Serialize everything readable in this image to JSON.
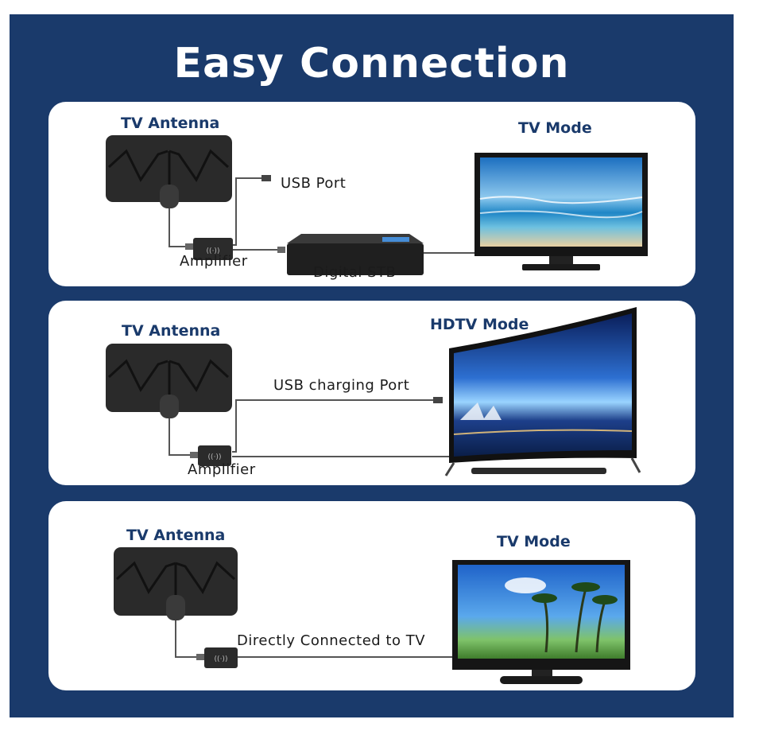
{
  "title": "Easy Connection",
  "panels": [
    {
      "antenna_label": "TV Antenna",
      "mode_label": "TV Mode",
      "usb_label": "USB Port",
      "amplifier_label": "Amplifier",
      "stb_label": "Digital STB"
    },
    {
      "antenna_label": "TV Antenna",
      "mode_label": "HDTV Mode",
      "usb_label": "USB charging Port",
      "amplifier_label": "Amplifier"
    },
    {
      "antenna_label": "TV Antenna",
      "mode_label": "TV Mode",
      "direct_label": "Directly Connected to TV"
    }
  ],
  "colors": {
    "background": "#1a3a6b",
    "panel": "#ffffff",
    "heading_text": "#1a3a6b",
    "device": "#222222"
  }
}
